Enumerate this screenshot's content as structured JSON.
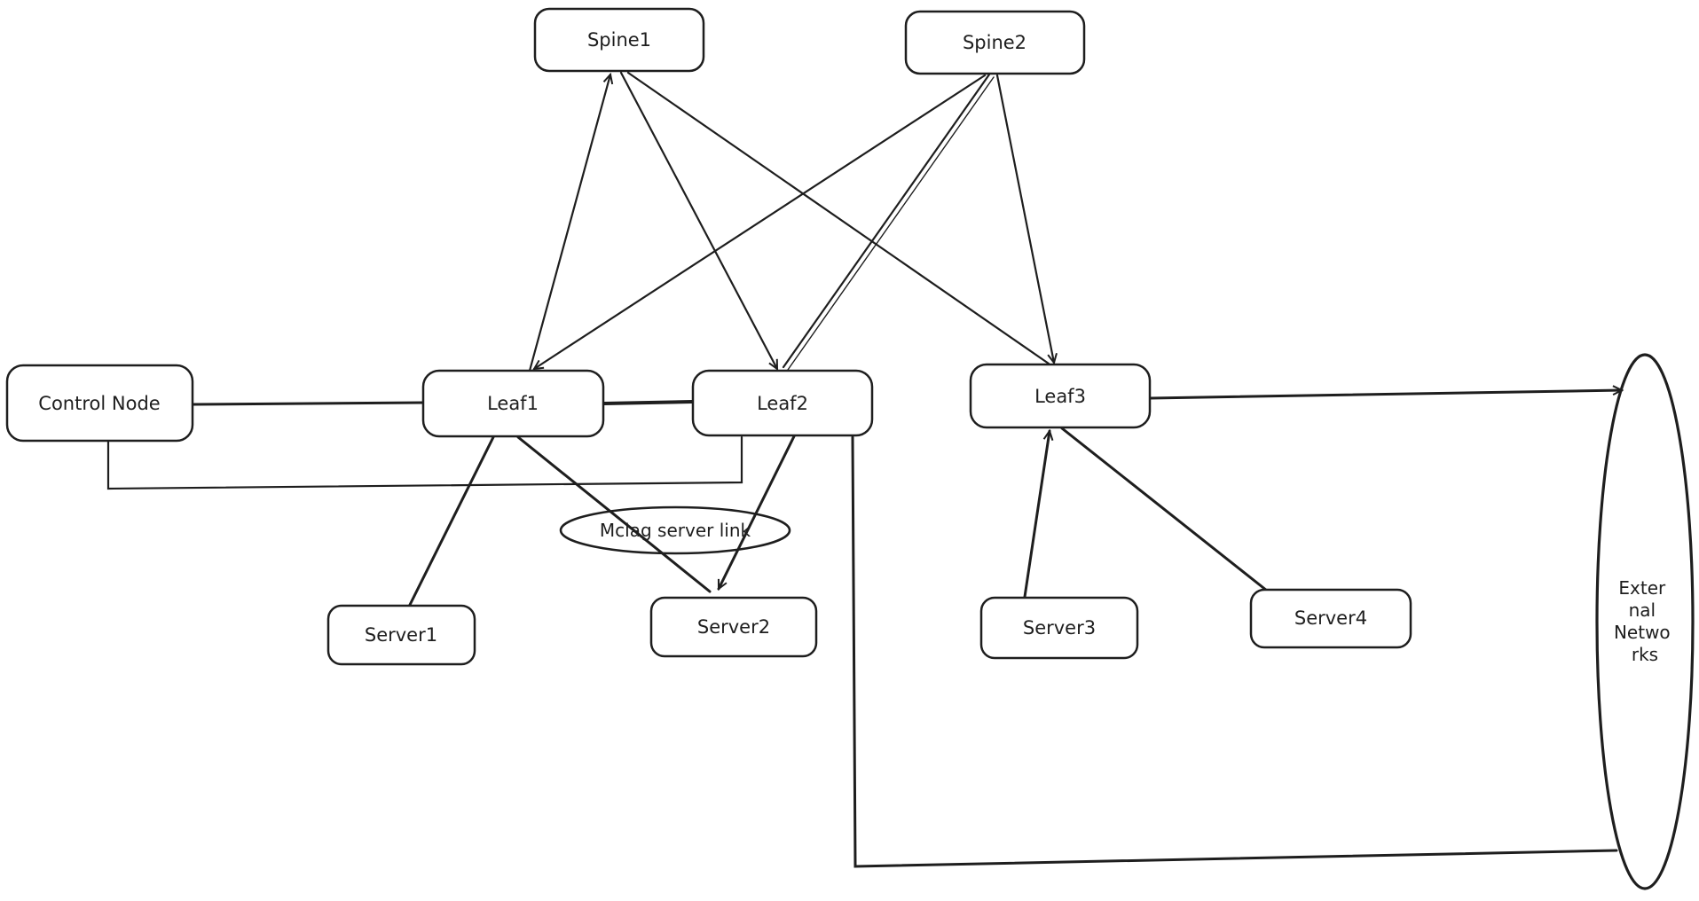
{
  "canvas": {
    "background_color": "#ffffff",
    "stroke_color": "#1e1e1e"
  },
  "nodes": {
    "spine1": {
      "label": "Spine1"
    },
    "spine2": {
      "label": "Spine2"
    },
    "control_node": {
      "label": "Control Node"
    },
    "leaf1": {
      "label": "Leaf1"
    },
    "leaf2": {
      "label": "Leaf2"
    },
    "leaf3": {
      "label": "Leaf3"
    },
    "server1": {
      "label": "Server1"
    },
    "server2": {
      "label": "Server2"
    },
    "server3": {
      "label": "Server3"
    },
    "server4": {
      "label": "Server4"
    },
    "mclag": {
      "label": "Mclag server link"
    },
    "external_networks": {
      "label": "External Networks",
      "lines": [
        "Exter",
        "nal",
        "Netwo",
        "rks"
      ]
    }
  },
  "edges": [
    {
      "from": "Leaf1",
      "to": "Spine1"
    },
    {
      "from": "Spine1",
      "to": "Leaf2"
    },
    {
      "from": "Spine1",
      "to": "Leaf3"
    },
    {
      "from": "Spine2",
      "to": "Leaf1"
    },
    {
      "from": "Spine2",
      "to": "Leaf2"
    },
    {
      "from": "Spine2",
      "to": "Leaf3"
    },
    {
      "from": "Control Node",
      "to": "Leaf1"
    },
    {
      "from": "Control Node",
      "to": "Leaf2"
    },
    {
      "from": "Leaf1",
      "to": "Leaf2"
    },
    {
      "from": "Leaf1",
      "to": "Server1"
    },
    {
      "from": "Leaf1",
      "to": "Server2",
      "label": "Mclag server link"
    },
    {
      "from": "Leaf2",
      "to": "Server2",
      "label": "Mclag server link"
    },
    {
      "from": "Leaf2",
      "to": "External Networks"
    },
    {
      "from": "Leaf3",
      "to": "External Networks"
    },
    {
      "from": "Server3",
      "to": "Leaf3"
    },
    {
      "from": "Leaf3",
      "to": "Server4"
    }
  ]
}
